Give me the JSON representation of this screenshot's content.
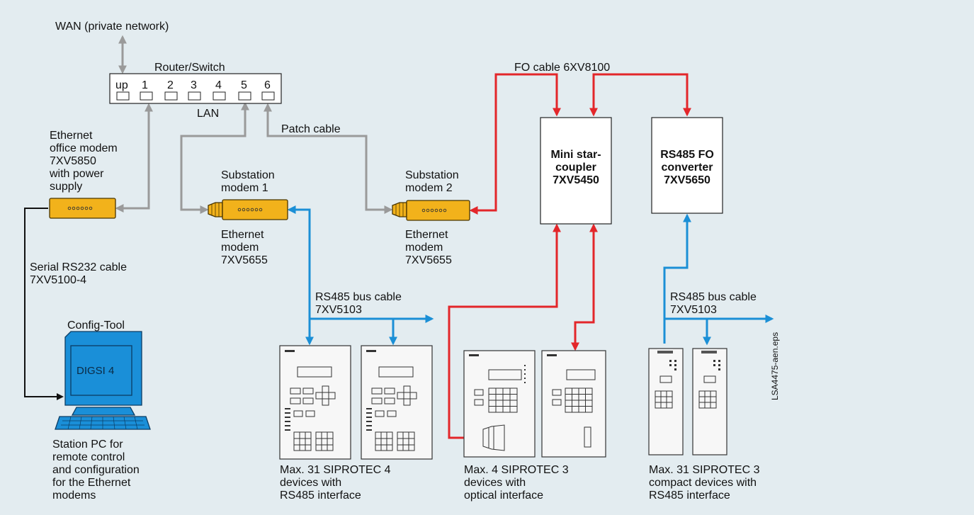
{
  "labels": {
    "wan": "WAN (private network)",
    "router": "Router/Switch",
    "ports": [
      "up",
      "1",
      "2",
      "3",
      "4",
      "5",
      "6"
    ],
    "lan": "LAN",
    "patch": "Patch cable",
    "fo_cable": "FO cable 6XV8100",
    "office_modem": [
      "Ethernet",
      "office modem",
      "7XV5850",
      "with power",
      "supply"
    ],
    "sub1_top": [
      "Substation",
      "modem 1"
    ],
    "sub1_bottom": [
      "Ethernet",
      "modem",
      "7XV5655"
    ],
    "sub2_top": [
      "Substation",
      "modem 2"
    ],
    "sub2_bottom": [
      "Ethernet",
      "modem",
      "7XV5655"
    ],
    "star_coupler": [
      "Mini star-",
      "coupler",
      "7XV5450"
    ],
    "fo_converter": [
      "RS485 FO",
      "converter",
      "7XV5650"
    ],
    "serial_cable": [
      "Serial RS232 cable",
      "7XV5100-4"
    ],
    "rs485_left": [
      "RS485 bus cable",
      "7XV5103"
    ],
    "rs485_right": [
      "RS485 bus cable",
      "7XV5103"
    ],
    "config_tool": "Config-Tool",
    "digsi": "DIGSI 4",
    "station_pc": [
      "Station PC for",
      "remote control",
      "and configuration",
      "for the Ethernet",
      "modems"
    ],
    "group1": [
      "Max. 31 SIPROTEC 4",
      "devices with",
      "RS485 interface"
    ],
    "group2": [
      "Max. 4 SIPROTEC 3",
      "devices with",
      "optical interface"
    ],
    "group3": [
      "Max. 31 SIPROTEC 3",
      "compact devices with",
      "RS485 interface"
    ],
    "file_id": "LSA4475-aen.eps"
  },
  "colors": {
    "background": "#e3ecf0",
    "ethernet": "#9a9a9a",
    "fiber_optic": "#e3262a",
    "rs485": "#1b8fd6",
    "serial": "#111111",
    "modem": "#f2b21b"
  }
}
